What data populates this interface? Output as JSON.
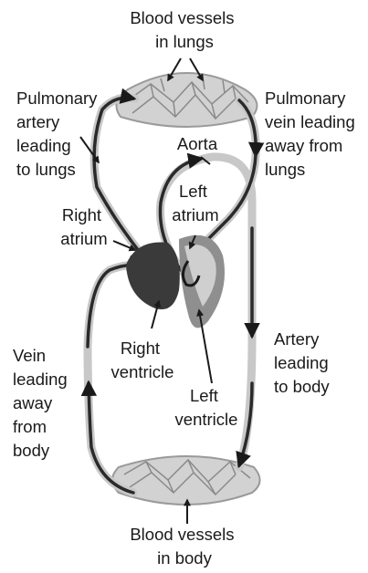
{
  "colors": {
    "vessel_light": "#c8c8c8",
    "vessel_dark": "#2a2a2a",
    "heart_dark": "#3a3a3a",
    "heart_mid": "#8f8f8f",
    "heart_light": "#cfcfcf",
    "capillary": "#bdbdbd",
    "text": "#1a1a1a",
    "background": "#ffffff"
  },
  "labels": {
    "blood_vessels_lungs": [
      "Blood vessels",
      "in lungs"
    ],
    "pulmonary_artery": [
      "Pulmonary",
      "artery",
      "leading",
      "to lungs"
    ],
    "pulmonary_vein": [
      "Pulmonary",
      "vein leading",
      "away from",
      "lungs"
    ],
    "aorta": [
      "Aorta"
    ],
    "left_atrium": [
      "Left",
      "atrium"
    ],
    "right_atrium": [
      "Right",
      "atrium"
    ],
    "right_ventricle": [
      "Right",
      "ventricle"
    ],
    "left_ventricle": [
      "Left",
      "ventricle"
    ],
    "vein_from_body": [
      "Vein",
      "leading",
      "away",
      "from",
      "body"
    ],
    "artery_to_body": [
      "Artery",
      "leading",
      "to body"
    ],
    "blood_vessels_body": [
      "Blood vessels",
      "in body"
    ]
  }
}
